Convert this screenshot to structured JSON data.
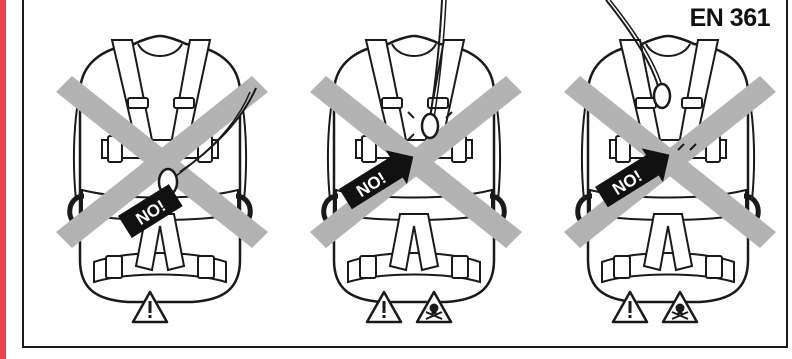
{
  "document": {
    "standard": "EN 361",
    "panels": [
      {
        "id": "panel-1",
        "warning_label": "NO!",
        "icons": [
          "warning-icon"
        ]
      },
      {
        "id": "panel-2",
        "warning_label": "NO!",
        "icons": [
          "warning-icon",
          "danger-skull-icon"
        ]
      },
      {
        "id": "panel-3",
        "warning_label": "NO!",
        "icons": [
          "warning-icon",
          "danger-skull-icon"
        ]
      }
    ]
  },
  "colors": {
    "accent_rule": "#e8424f",
    "cross": "#b3b3b3",
    "ink": "#1a1a1a"
  }
}
